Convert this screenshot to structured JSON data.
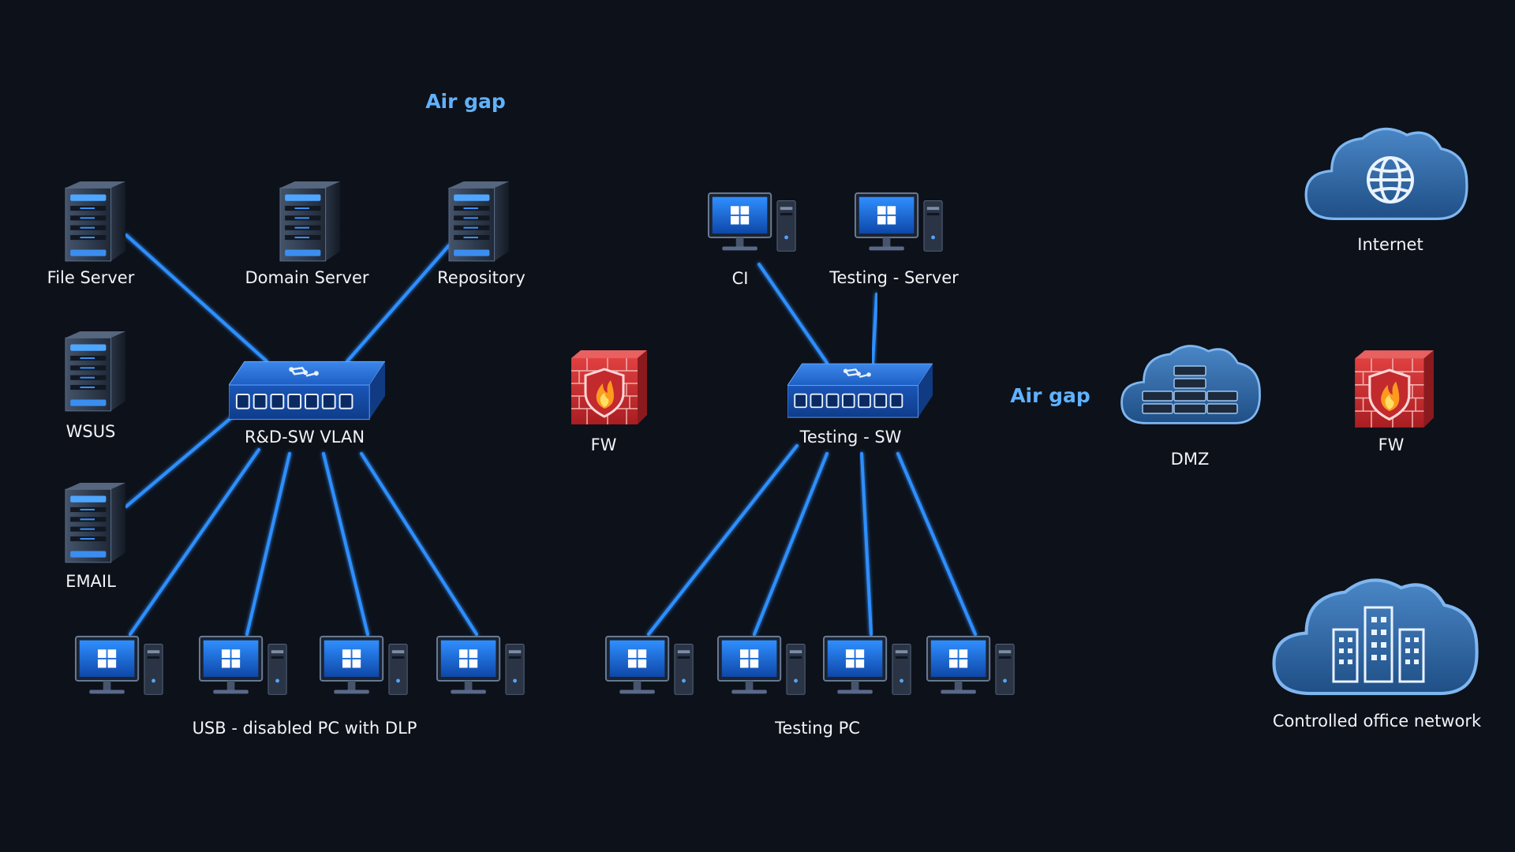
{
  "air_gap_top": "Air gap",
  "air_gap_side": "Air gap",
  "nodes": {
    "file_server": "File Server",
    "domain_server": "Domain Server",
    "repository": "Repository",
    "wsus": "WSUS",
    "email": "EMAIL",
    "rd_switch": "R&D-SW VLAN",
    "fw_inner": "FW",
    "ci": "CI",
    "testing_server": "Testing - Server",
    "testing_switch": "Testing - SW",
    "usb_group": "USB - disabled PC with DLP",
    "testing_group": "Testing PC",
    "internet": "Internet",
    "dmz": "DMZ",
    "fw_outer": "FW",
    "office": "Controlled office network"
  },
  "colors": {
    "background": "#0d1119",
    "link": "#2f8fff",
    "air_gap_label": "#5fb2ff",
    "switch": "#1d5fc4",
    "firewall": "#d62f2f",
    "cloud": "#2e6aa8"
  },
  "icons": {
    "server": "server-tower-icon",
    "pc": "windows-desktop-pc-icon",
    "switch": "network-switch-icon",
    "firewall": "firewall-brick-icon",
    "cloud": "cloud-icon"
  }
}
